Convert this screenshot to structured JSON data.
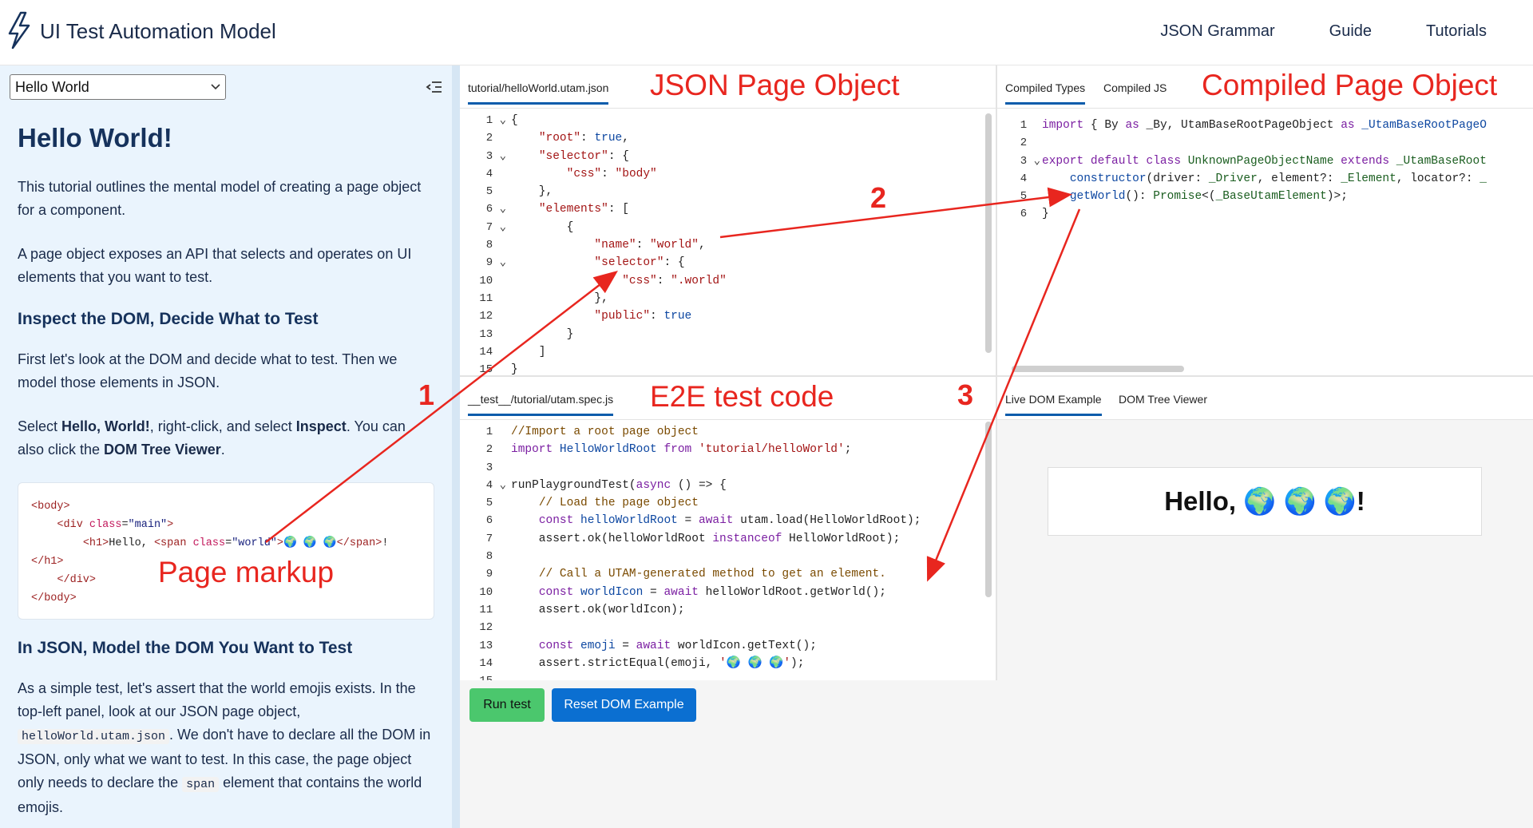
{
  "header": {
    "title": "UI Test Automation Model",
    "nav": [
      "JSON Grammar",
      "Guide",
      "Tutorials"
    ]
  },
  "sidebar": {
    "select_value": "Hello World",
    "title": "Hello World!",
    "p1": "This tutorial outlines the mental model of creating a page object for a component.",
    "p2": "A page object exposes an API that selects and operates on UI elements that you want to test.",
    "h2a": "Inspect the DOM, Decide What to Test",
    "p3": "First let's look at the DOM and decide what to test. Then we model those elements in JSON.",
    "p4_a": "Select ",
    "p4_b": "Hello, World!",
    "p4_c": ", right-click, and select ",
    "p4_d": "Inspect",
    "p4_e": ". You can also click the ",
    "p4_f": "DOM Tree Viewer",
    "p4_g": ".",
    "markup_label": "Page markup",
    "h2b": "In JSON, Model the DOM You Want to Test",
    "p5_a": "As a simple test, let's assert that the world emojis exists. In the top-left panel, look at our JSON page object, ",
    "p5_code1": "helloWorld.utam.json",
    "p5_b": ". We don't have to declare all the DOM in JSON, only what we want to test. In this case, the page object only needs to declare the ",
    "p5_code2": "span",
    "p5_c": " element that contains the world emojis."
  },
  "json_pane": {
    "tab": "tutorial/helloWorld.utam.json",
    "annotation": "JSON Page Object"
  },
  "compiled_pane": {
    "tabs": [
      "Compiled Types",
      "Compiled JS"
    ],
    "annotation": "Compiled Page Object"
  },
  "spec_pane": {
    "tab": "__test__/tutorial/utam.spec.js",
    "annotation": "E2E test code"
  },
  "dom_pane": {
    "tabs": [
      "Live DOM Example",
      "DOM Tree Viewer"
    ],
    "hello_text": "Hello, 🌍 🌍 🌍!"
  },
  "markers": [
    "1",
    "2",
    "3"
  ],
  "buttons": {
    "run": "Run test",
    "reset": "Reset DOM Example"
  },
  "colors": {
    "annotation": "#e8261f",
    "run_button": "#4bc76d",
    "reset_button": "#0b6fd1",
    "sidebar_bg": "#eaf4fd"
  }
}
